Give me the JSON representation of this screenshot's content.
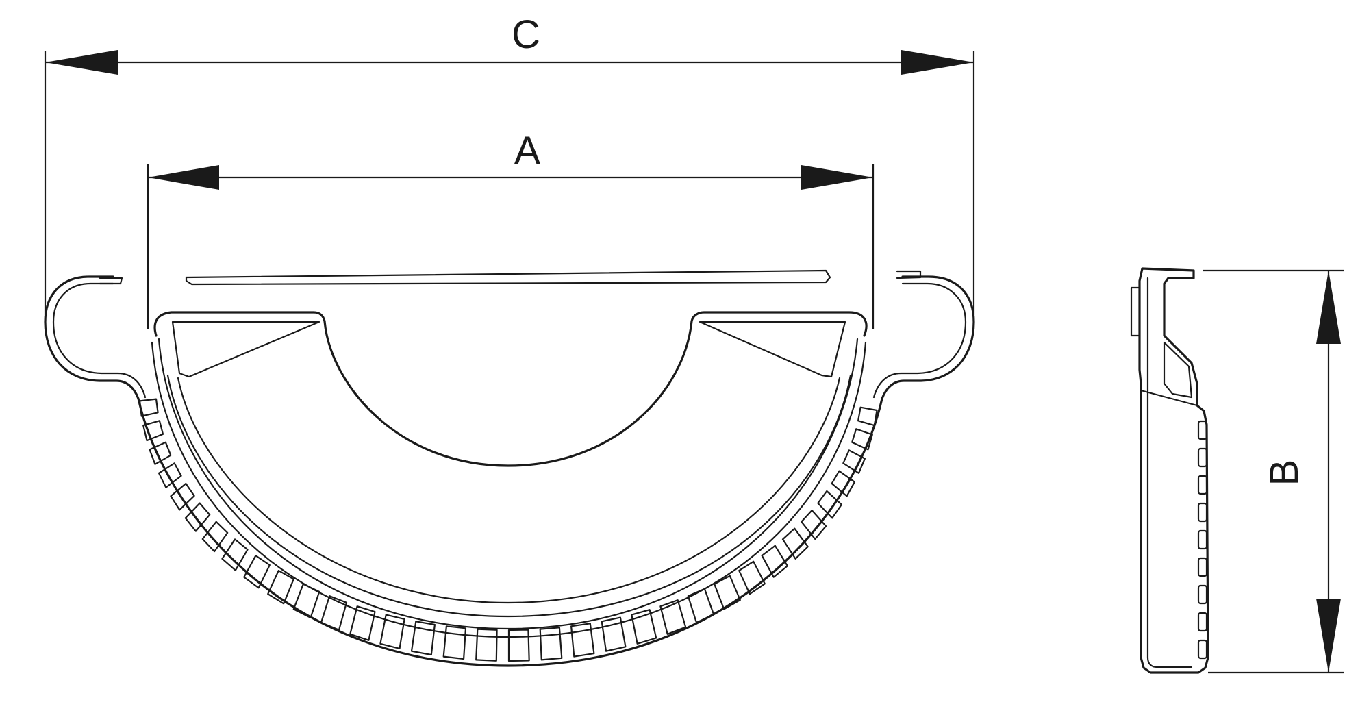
{
  "dimensions": {
    "c_label": "C",
    "a_label": "A",
    "b_label": "B"
  },
  "style": {
    "line_color": "#1a1a1a",
    "background": "#ffffff"
  }
}
